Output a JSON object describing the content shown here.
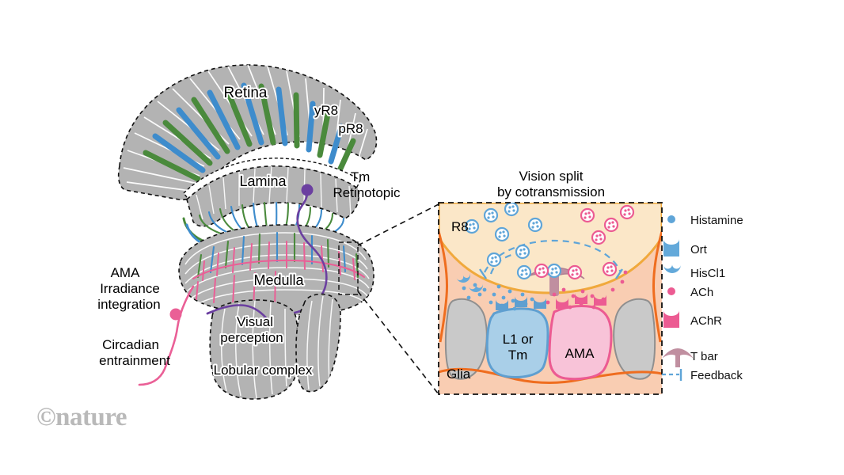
{
  "figure": {
    "watermark": "©nature",
    "panels": {
      "left_title": "",
      "right_title_line1": "Vision split",
      "right_title_line2": "by cotransmission"
    }
  },
  "brain_diagram": {
    "regions": [
      {
        "id": "retina",
        "label": "Retina"
      },
      {
        "id": "lamina",
        "label": "Lamina"
      },
      {
        "id": "medulla",
        "label": "Medulla"
      },
      {
        "id": "lobula",
        "label": "Lobular complex"
      }
    ],
    "photoreceptors": [
      {
        "id": "yR8",
        "label": "yR8",
        "color": "#4a8a3c"
      },
      {
        "id": "pR8",
        "label": "pR8",
        "color": "#3e8ccc"
      }
    ],
    "pathways": [
      {
        "id": "tm",
        "label_line1": "Tm",
        "label_line2": "Retinotopic",
        "color": "#6b3fa0"
      },
      {
        "id": "ama",
        "label_line1": "AMA",
        "label_line2": "Irradiance",
        "label_line3": "integration",
        "color": "#e84a8a"
      },
      {
        "id": "circadian",
        "label_line1": "Circadian",
        "label_line2": "entrainment",
        "color": "#e84a8a"
      },
      {
        "id": "visual",
        "label_line1": "Visual",
        "label_line2": "perception",
        "color": "#6b3fa0"
      }
    ]
  },
  "synapse_panel": {
    "labels": {
      "presynaptic": "R8",
      "glia": "Glia",
      "postsynaptic_left_line1": "L1 or",
      "postsynaptic_left_line2": "Tm",
      "postsynaptic_right": "AMA"
    },
    "colors": {
      "r8_fill": "#fbe7c8",
      "r8_border": "#f0a93c",
      "glia_fill": "#f9cdb2",
      "glia_border": "#ef6d1f",
      "l1_fill": "#a9cfe8",
      "l1_border": "#5f9fd0",
      "ama_fill": "#f8c3d8",
      "ama_border": "#ec5b92",
      "glia_blob": "#c9c9c9",
      "histamine": "#5fa5d8",
      "ach": "#ec5b92",
      "tbar": "#c08fa0"
    }
  },
  "legend": {
    "items": [
      {
        "icon": "histamine-dot-icon",
        "label": "Histamine",
        "color": "#5fa5d8"
      },
      {
        "icon": "ort-receptor-icon",
        "label": "Ort",
        "color": "#63a9da"
      },
      {
        "icon": "hiscl1-receptor-icon",
        "label": "HisCl1",
        "color": "#63a9da"
      },
      {
        "icon": "ach-dot-icon",
        "label": "ACh",
        "color": "#ec5b92"
      },
      {
        "icon": "achr-receptor-icon",
        "label": "AChR",
        "color": "#ec5b92"
      },
      {
        "icon": "t-bar-icon",
        "label": "T bar",
        "color": "#c08fa0"
      },
      {
        "icon": "feedback-line-icon",
        "label": "Feedback",
        "color": "#5fa5d8"
      }
    ]
  }
}
